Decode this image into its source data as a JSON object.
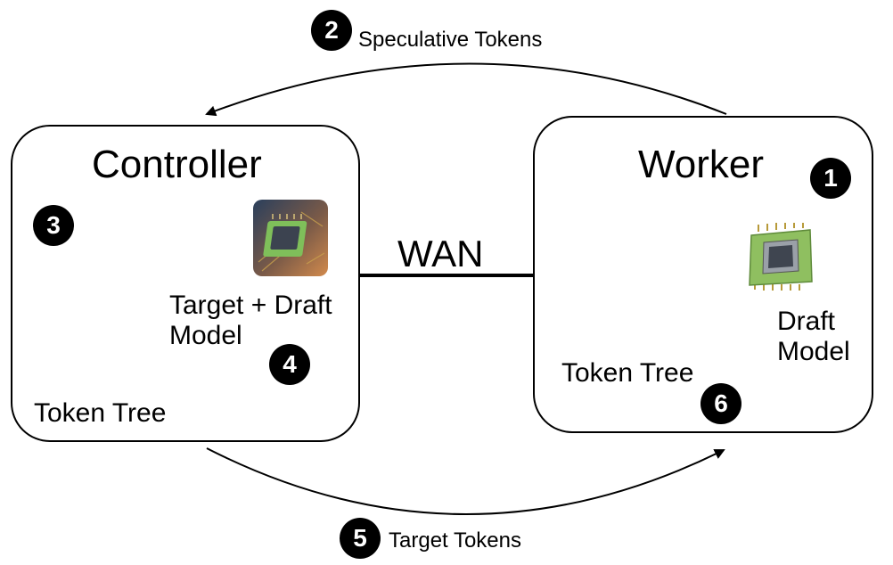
{
  "controller": {
    "title": "Controller",
    "model_label": "Target + Draft\nModel",
    "tree_label": "Token Tree",
    "chip_icon": "gpu-chip-icon"
  },
  "worker": {
    "title": "Worker",
    "model_label": "Draft\nModel",
    "tree_label": "Token Tree",
    "chip_icon": "gpu-chip-icon"
  },
  "link": {
    "label": "WAN"
  },
  "flows": {
    "speculative": "Speculative Tokens",
    "target": "Target Tokens"
  },
  "steps": [
    "1",
    "2",
    "3",
    "4",
    "5",
    "6"
  ],
  "colors": {
    "token_node": "#e0392a",
    "step_badge": "#000000"
  }
}
